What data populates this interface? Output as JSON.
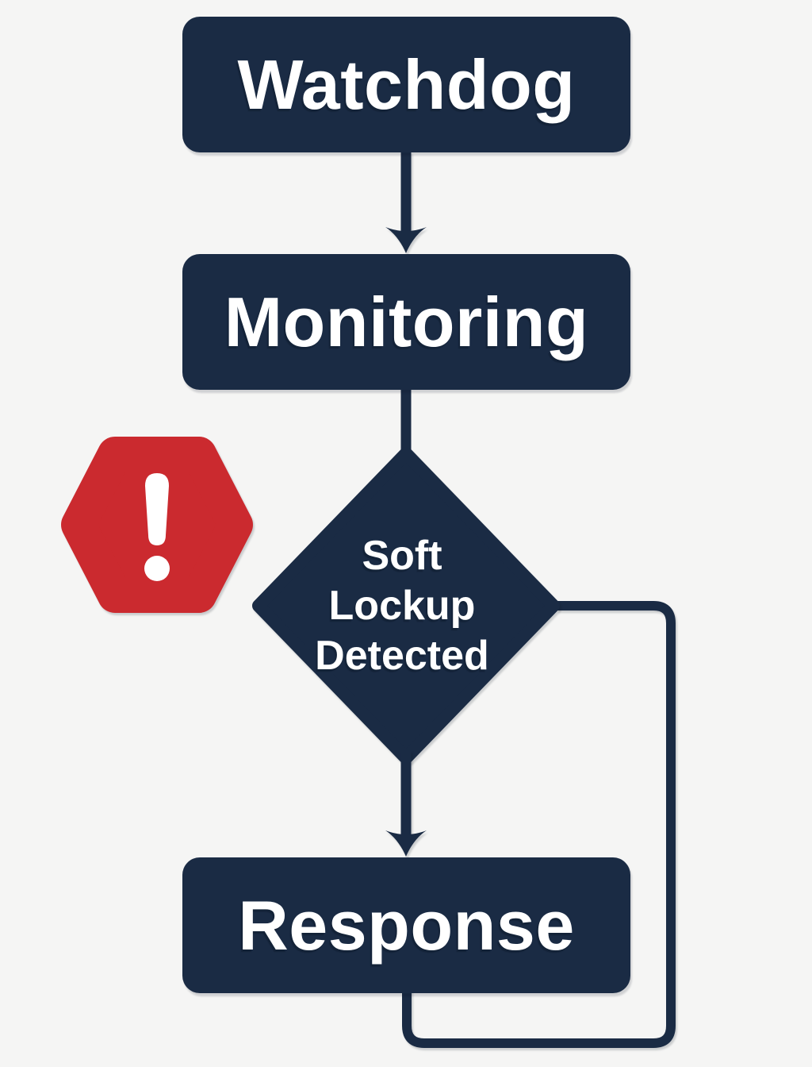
{
  "colors": {
    "background": "#f5f5f4",
    "node_fill": "#1a2b44",
    "alert_red": "#cb2a2f",
    "label_text": "#ffffff"
  },
  "nodes": [
    {
      "id": "watchdog",
      "type": "process",
      "label": "Watchdog"
    },
    {
      "id": "monitoring",
      "type": "process",
      "label": "Monitoring"
    },
    {
      "id": "soft-lockup-detected",
      "type": "decision",
      "label": "Soft Lockup Detected"
    },
    {
      "id": "response",
      "type": "process",
      "label": "Response"
    }
  ],
  "decision_lines": [
    "Soft",
    "Lockup",
    "Detected"
  ],
  "edges": [
    {
      "from": "watchdog",
      "to": "monitoring",
      "style": "arrow-down"
    },
    {
      "from": "monitoring",
      "to": "soft-lockup-detected",
      "style": "plain-line"
    },
    {
      "from": "soft-lockup-detected",
      "to": "response",
      "style": "arrow-down"
    },
    {
      "from": "soft-lockup-detected",
      "to": "response",
      "style": "loop-right-and-bottom"
    }
  ],
  "icons": [
    {
      "name": "alert-hexagon-icon",
      "glyph": "!",
      "color": "#cb2a2f"
    }
  ]
}
